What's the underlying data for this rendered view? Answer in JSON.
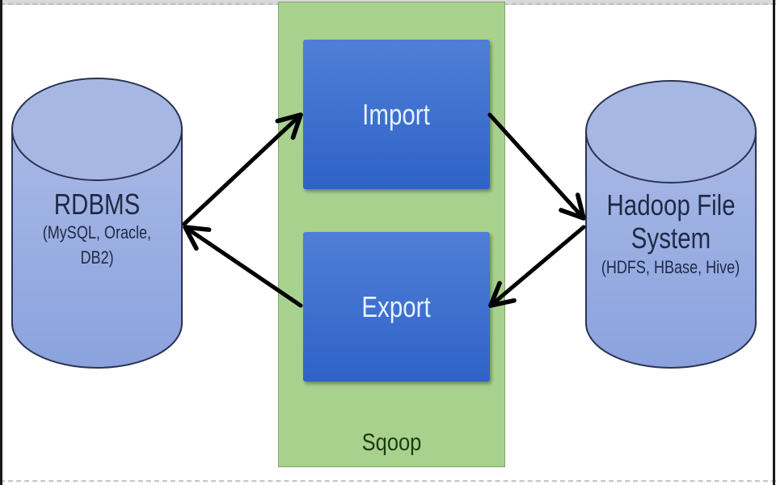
{
  "title": "Sqoop Import/Export Architecture",
  "colors": {
    "cylinder_fill": "#a3b4e3",
    "sqoop_container": "#a9d18e",
    "process_box": "#3d6fd0",
    "arrow": "#000000"
  },
  "nodes": {
    "rdbms": {
      "title": "RDBMS",
      "subtitle_line1": "(MySQL, Oracle,",
      "subtitle_line2": "DB2)"
    },
    "hadoop": {
      "title_line1": "Hadoop File",
      "title_line2": "System",
      "subtitle": "(HDFS, HBase, Hive)"
    },
    "sqoop": {
      "label": "Sqoop",
      "import_label": "Import",
      "export_label": "Export"
    }
  },
  "edges": [
    {
      "from": "rdbms",
      "to": "import",
      "direction": "forward"
    },
    {
      "from": "import",
      "to": "hadoop",
      "direction": "forward"
    },
    {
      "from": "hadoop",
      "to": "export",
      "direction": "forward"
    },
    {
      "from": "export",
      "to": "rdbms",
      "direction": "forward"
    }
  ]
}
